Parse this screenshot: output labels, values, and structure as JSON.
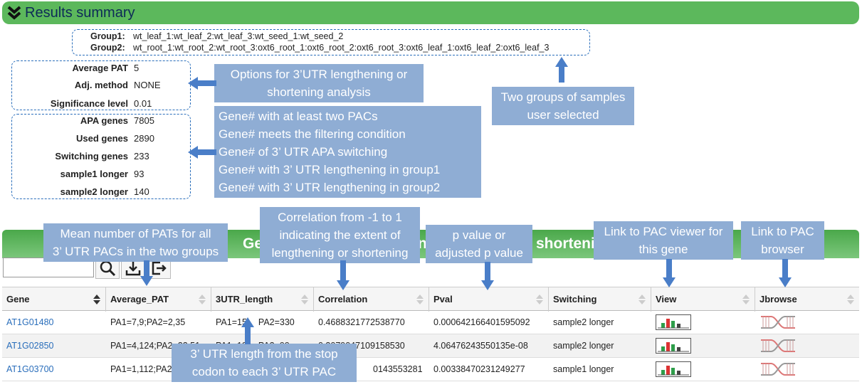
{
  "header": {
    "title": "Results summary"
  },
  "groups": {
    "group1_label": "Group1:",
    "group1_value": "wt_leaf_1:wt_leaf_2:wt_leaf_3:wt_seed_1:wt_seed_2",
    "group2_label": "Group2:",
    "group2_value": "wt_root_1:wt_root_2:wt_root_3:oxt6_root_1:oxt6_root_2:oxt6_root_3:oxt6_leaf_1:oxt6_leaf_2:oxt6_leaf_3"
  },
  "options": [
    {
      "label": "Average PAT",
      "value": "5"
    },
    {
      "label": "Adj. method",
      "value": "NONE"
    },
    {
      "label": "Significance level",
      "value": "0.01"
    }
  ],
  "counts": [
    {
      "label": "APA genes",
      "value": "7805"
    },
    {
      "label": "Used genes",
      "value": "2890"
    },
    {
      "label": "Switching genes",
      "value": "233"
    },
    {
      "label": "sample1 longer",
      "value": "93"
    },
    {
      "label": "sample2 longer",
      "value": "140"
    }
  ],
  "callouts": {
    "options": [
      "Options for 3’UTR lengthening or",
      "shortening analysis"
    ],
    "groups": [
      "Two groups of samples",
      "user selected"
    ],
    "counts": [
      "Gene# with at least two PACs",
      "Gene# meets the filtering condition",
      "Gene# of  3’ UTR APA switching",
      "Gene# with 3’ UTR lengthening in group1",
      "Gene# with 3’ UTR lengthening in group2"
    ],
    "avg_pat": [
      "Mean number of PATs for all",
      "3’ UTR PACs in the two groups"
    ],
    "correlation": [
      "Correlation from -1 to 1",
      "indicating the extent of",
      "lengthening or shortening"
    ],
    "pval": [
      "p value or",
      "adjusted p value"
    ],
    "view": [
      "Link to PAC viewer for",
      "this gene"
    ],
    "jbrowse": [
      "Link to PAC",
      "browser"
    ],
    "utr_length": [
      "3’ UTR length from the stop",
      "codon to each 3’ UTR PAC"
    ]
  },
  "results": {
    "title_left": "Ge",
    "title_mid": "n",
    "title_right": "shorteni",
    "columns": [
      "Gene",
      "Average_PAT",
      "3UTR_length",
      "Correlation",
      "Pval",
      "Switching",
      "View",
      "Jbrowse"
    ],
    "rows": [
      {
        "gene": "AT1G01480",
        "avg": "PA1=7,9;PA2=2,35",
        "utr": "PA1=15",
        "utr2": "PA2=330",
        "corr": "0.4688321772538770",
        "pval": "0.000642166401595092",
        "switching": "sample2 longer"
      },
      {
        "gene": "AT1G02850",
        "avg": "PA1=4,124;PA2=22,51",
        "utr": "PA1=19",
        "utr2": "PA2=99",
        "corr": "0.3079047109158530",
        "pval": "4.06476243550135e-08",
        "switching": "sample2 longer"
      },
      {
        "gene": "AT1G03700",
        "avg": "PA1=1,112;PA2",
        "utr": "",
        "utr2": "",
        "corr": "0143553281",
        "pval": "0.00338470231249277",
        "switching": "sample1 longer"
      }
    ]
  },
  "colors": {
    "header_green": "#5cb85c",
    "callout_blue": "#8fadd4",
    "arrow_blue": "#4a7ec8",
    "link_blue": "#2a6ebb"
  }
}
